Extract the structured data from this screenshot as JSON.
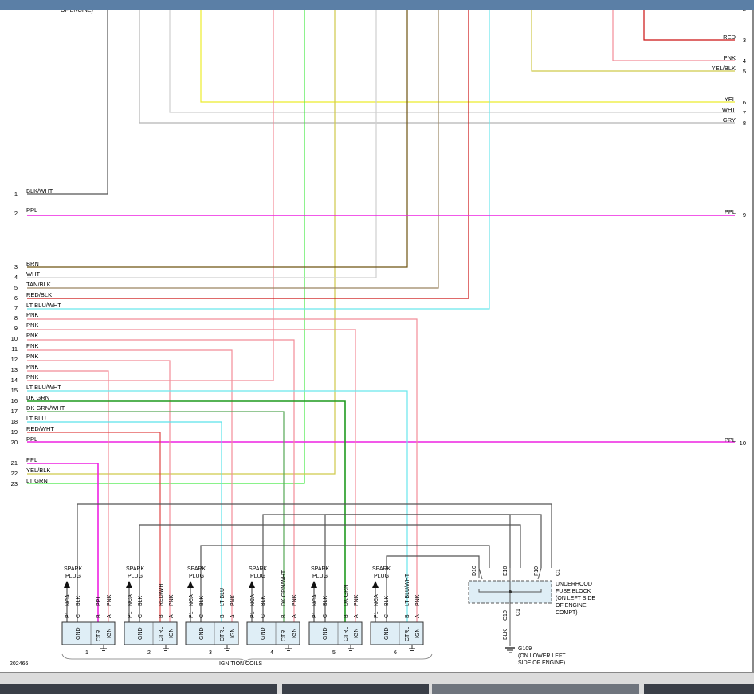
{
  "figure_number": "202466",
  "top_left_note": "OF ENGINE)",
  "left_pins": [
    {
      "num": "1",
      "label": "BLK/WHT"
    },
    {
      "num": "2",
      "label": "PPL"
    },
    {
      "num": "3",
      "label": "BRN"
    },
    {
      "num": "4",
      "label": "WHT"
    },
    {
      "num": "5",
      "label": "TAN/BLK"
    },
    {
      "num": "6",
      "label": "RED/BLK"
    },
    {
      "num": "7",
      "label": "LT BLU/WHT"
    },
    {
      "num": "8",
      "label": "PNK"
    },
    {
      "num": "9",
      "label": "PNK"
    },
    {
      "num": "10",
      "label": "PNK"
    },
    {
      "num": "11",
      "label": "PNK"
    },
    {
      "num": "12",
      "label": "PNK"
    },
    {
      "num": "13",
      "label": "PNK"
    },
    {
      "num": "14",
      "label": "PNK"
    },
    {
      "num": "15",
      "label": "LT BLU/WHT"
    },
    {
      "num": "16",
      "label": "DK GRN"
    },
    {
      "num": "17",
      "label": "DK GRN/WHT"
    },
    {
      "num": "18",
      "label": "LT BLU"
    },
    {
      "num": "19",
      "label": "RED/WHT"
    },
    {
      "num": "20",
      "label": "PPL"
    },
    {
      "num": "21",
      "label": "PPL"
    },
    {
      "num": "22",
      "label": "YEL/BLK"
    },
    {
      "num": "23",
      "label": "LT GRN"
    }
  ],
  "right_pins": [
    {
      "num": "2",
      "label": ""
    },
    {
      "num": "3",
      "label": "RED"
    },
    {
      "num": "4",
      "label": "PNK"
    },
    {
      "num": "5",
      "label": "YEL/BLK"
    },
    {
      "num": "6",
      "label": "YEL"
    },
    {
      "num": "7",
      "label": "WHT"
    },
    {
      "num": "8",
      "label": "GRY"
    },
    {
      "num": "9",
      "label": "PPL"
    },
    {
      "num": "10",
      "label": "PPL"
    }
  ],
  "coils": [
    {
      "num": "1",
      "ctrl_wire": "PPL"
    },
    {
      "num": "2",
      "ctrl_wire": "RED/WHT"
    },
    {
      "num": "3",
      "ctrl_wire": "LT BLU"
    },
    {
      "num": "4",
      "ctrl_wire": "DK GRN/WHT"
    },
    {
      "num": "5",
      "ctrl_wire": "DK GRN"
    },
    {
      "num": "6",
      "ctrl_wire": "LT BLU/WHT"
    }
  ],
  "coil_labels": {
    "spark_line1": "SPARK",
    "spark_line2": "PLUG",
    "pin_p1": "P1",
    "pin_c": "C",
    "pin_b": "B",
    "pin_a": "A",
    "nca": "NCA",
    "blk": "BLK",
    "pnk": "PNK",
    "gnd": "GND",
    "ctrl": "CTRL",
    "ign": "IGN",
    "group_title": "IGNITION COILS"
  },
  "fuse_block": {
    "pins": [
      "D10",
      "E10",
      "F10"
    ],
    "connector": "C1",
    "line1": "UNDERHOOD",
    "line2": "FUSE BLOCK",
    "line3": "(ON LEFT SIDE",
    "line4": "OF ENGINE",
    "line5": "COMPT)",
    "bottom_pin": "C10",
    "bottom_conn": "C1",
    "bottom_wire": "BLK"
  },
  "ground": {
    "name": "G109",
    "line2": "(ON LOWER LEFT",
    "line3": "SIDE OF ENGINE)"
  },
  "colors": {
    "BLK": "#333333",
    "GRY": "#b5b5b5",
    "WHT": "#c8c8c8",
    "YEL": "#ecec2c",
    "YEL/BLK": "#cfc94a",
    "PPL": "#ee22e2",
    "BRN": "#6e5312",
    "TAN/BLK": "#9a8562",
    "RED": "#cc1111",
    "RED/BLK": "#cc1111",
    "RED/WHT": "#e04646",
    "PNK": "#f28c98",
    "LT BLU": "#5ae2e9",
    "LT BLU/WHT": "#69e6ec",
    "DK GRN": "#1f9a1f",
    "DK GRN/WHT": "#56a856",
    "LT GRN": "#44ea44"
  }
}
